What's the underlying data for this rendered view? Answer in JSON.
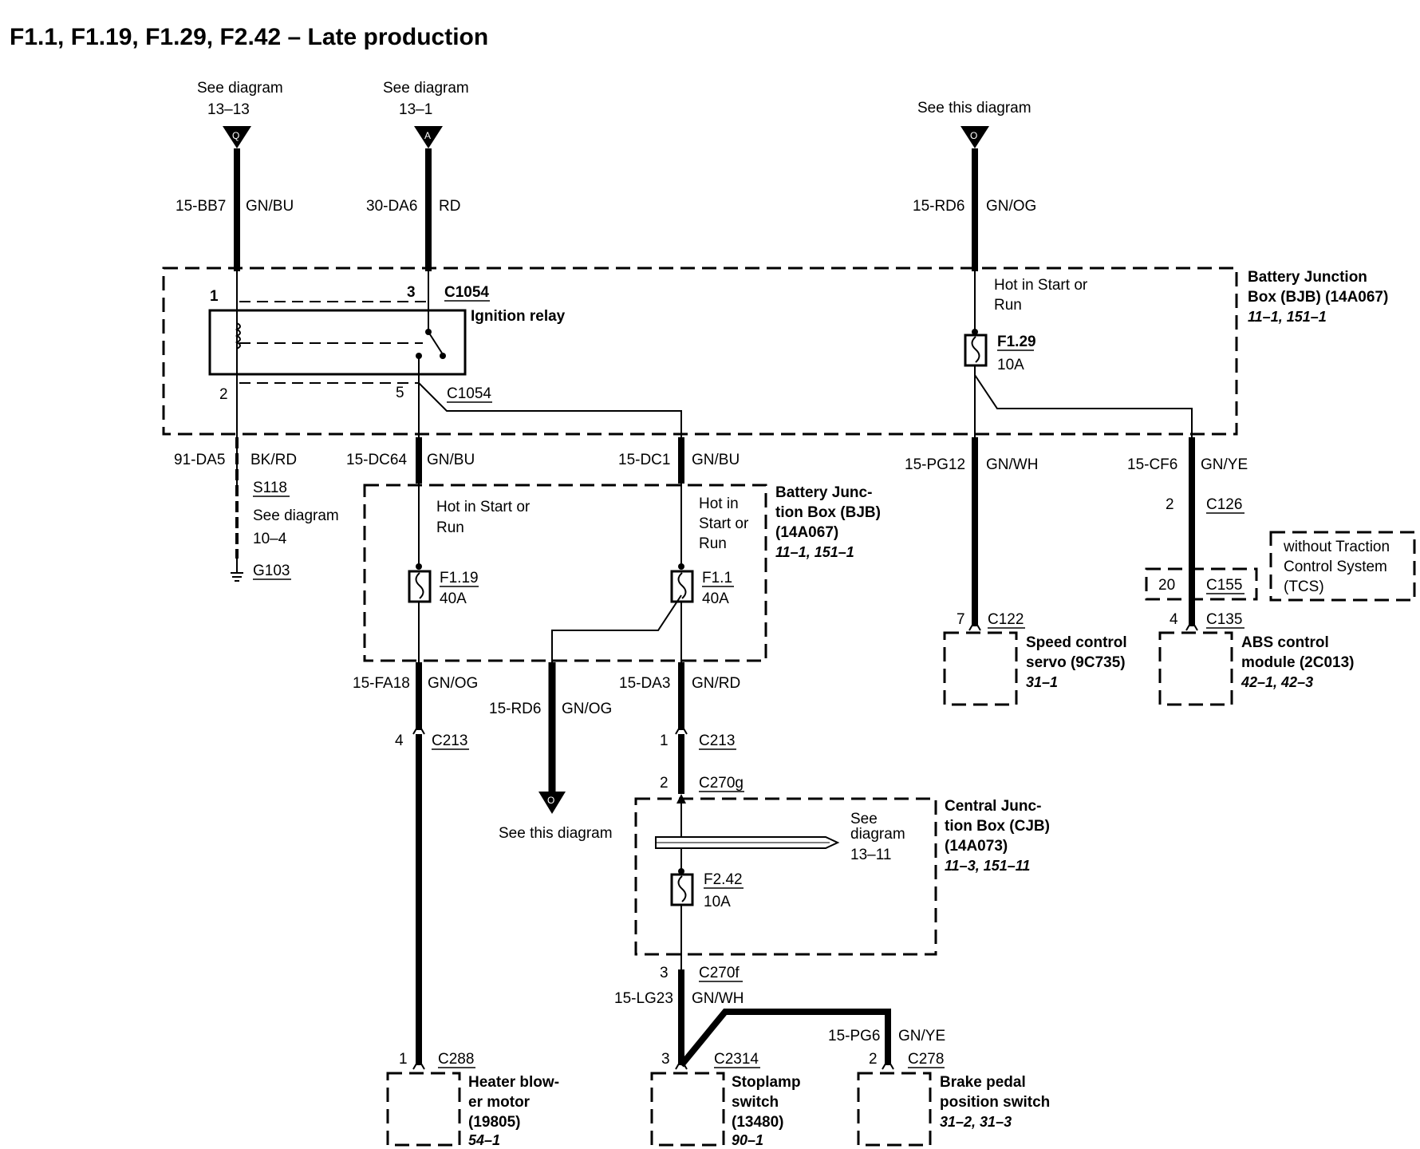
{
  "title": "F1.1, F1.19, F1.29, F2.42 – Late production",
  "refs": {
    "q_top": {
      "l1": "See diagram",
      "l2": "13–13",
      "letter": "Q"
    },
    "a_top": {
      "l1": "See diagram",
      "l2": "13–1",
      "letter": "A"
    },
    "o_top": {
      "l1": "See this diagram",
      "letter": "O"
    },
    "o_bottom": {
      "l1": "See this diagram",
      "letter": "O"
    }
  },
  "wires": {
    "w_bb7": {
      "id": "15-BB7",
      "color": "GN/BU"
    },
    "w_da6": {
      "id": "30-DA6",
      "color": "RD"
    },
    "w_rd6_top": {
      "id": "15-RD6",
      "color": "GN/OG"
    },
    "w_da5": {
      "id": "91-DA5",
      "color": "BK/RD"
    },
    "w_dc64": {
      "id": "15-DC64",
      "color": "GN/BU"
    },
    "w_dc1": {
      "id": "15-DC1",
      "color": "GN/BU"
    },
    "w_pg12": {
      "id": "15-PG12",
      "color": "GN/WH"
    },
    "w_cf6": {
      "id": "15-CF6",
      "color": "GN/YE"
    },
    "w_fa18": {
      "id": "15-FA18",
      "color": "GN/OG"
    },
    "w_da3": {
      "id": "15-DA3",
      "color": "GN/RD"
    },
    "w_rd6_mid": {
      "id": "15-RD6",
      "color": "GN/OG"
    },
    "w_lg23": {
      "id": "15-LG23",
      "color": "GN/WH"
    },
    "w_pg6": {
      "id": "15-PG6",
      "color": "GN/YE"
    }
  },
  "bjb_top": {
    "name_l1": "Battery Junction",
    "name_l2": "Box (BJB) (14A067)",
    "ref": "11–1, 151–1",
    "hot_l1": "Hot in Start or",
    "hot_l2": "Run",
    "relay": "Ignition relay",
    "c_top": "C1054",
    "c_bottom": "C1054",
    "pin1": "1",
    "pin2": "2",
    "pin3": "3",
    "pin5": "5",
    "fuse": {
      "name": "F1.29",
      "rating": "10A"
    }
  },
  "ground": {
    "splice": "S118",
    "see_l1": "See diagram",
    "see_l2": "10–4",
    "ground": "G103"
  },
  "bjb_mid": {
    "name_l1": "Battery Junc-",
    "name_l2": "tion Box (BJB)",
    "name_l3": "(14A067)",
    "ref": "11–1, 151–1",
    "hot_a_l1": "Hot in Start or",
    "hot_a_l2": "Run",
    "hot_b_l1": "Hot in",
    "hot_b_l2": "Start or",
    "hot_b_l3": "Run",
    "fuse_a": {
      "name": "F1.19",
      "rating": "40A"
    },
    "fuse_b": {
      "name": "F1.1",
      "rating": "40A"
    }
  },
  "c213_a": {
    "pin": "4",
    "conn": "C213"
  },
  "c213_b": {
    "pin": "1",
    "conn": "C213"
  },
  "c270g": {
    "pin": "2",
    "conn": "C270g"
  },
  "c270f": {
    "pin": "3",
    "conn": "C270f"
  },
  "cjb": {
    "name_l1": "Central Junc-",
    "name_l2": "tion Box (CJB)",
    "name_l3": "(14A073)",
    "ref": "11–3, 151–11",
    "see_l1": "See",
    "see_l2": "diagram",
    "see_l3": "13–11",
    "fuse": {
      "name": "F2.42",
      "rating": "10A"
    }
  },
  "c126": {
    "pin": "2",
    "conn": "C126"
  },
  "c155": {
    "pin": "20",
    "conn": "C155"
  },
  "tcs_note": {
    "l1": "without Traction",
    "l2": "Control System",
    "l3": "(TCS)"
  },
  "speed_servo": {
    "pin": "7",
    "conn": "C122",
    "l1": "Speed control",
    "l2": "servo (9C735)",
    "ref": "31–1"
  },
  "abs": {
    "pin": "4",
    "conn": "C135",
    "l1": "ABS control",
    "l2": "module (2C013)",
    "ref": "42–1, 42–3"
  },
  "blower": {
    "pin": "1",
    "conn": "C288",
    "l1": "Heater blow-",
    "l2": "er motor",
    "l3": "(19805)",
    "ref": "54–1"
  },
  "stoplamp": {
    "pin": "3",
    "conn": "C2314",
    "l1": "Stoplamp",
    "l2": "switch",
    "l3": "(13480)",
    "ref": "90–1"
  },
  "brake_switch": {
    "pin": "2",
    "conn": "C278",
    "l1": "Brake pedal",
    "l2": "position switch",
    "ref": "31–2, 31–3"
  }
}
